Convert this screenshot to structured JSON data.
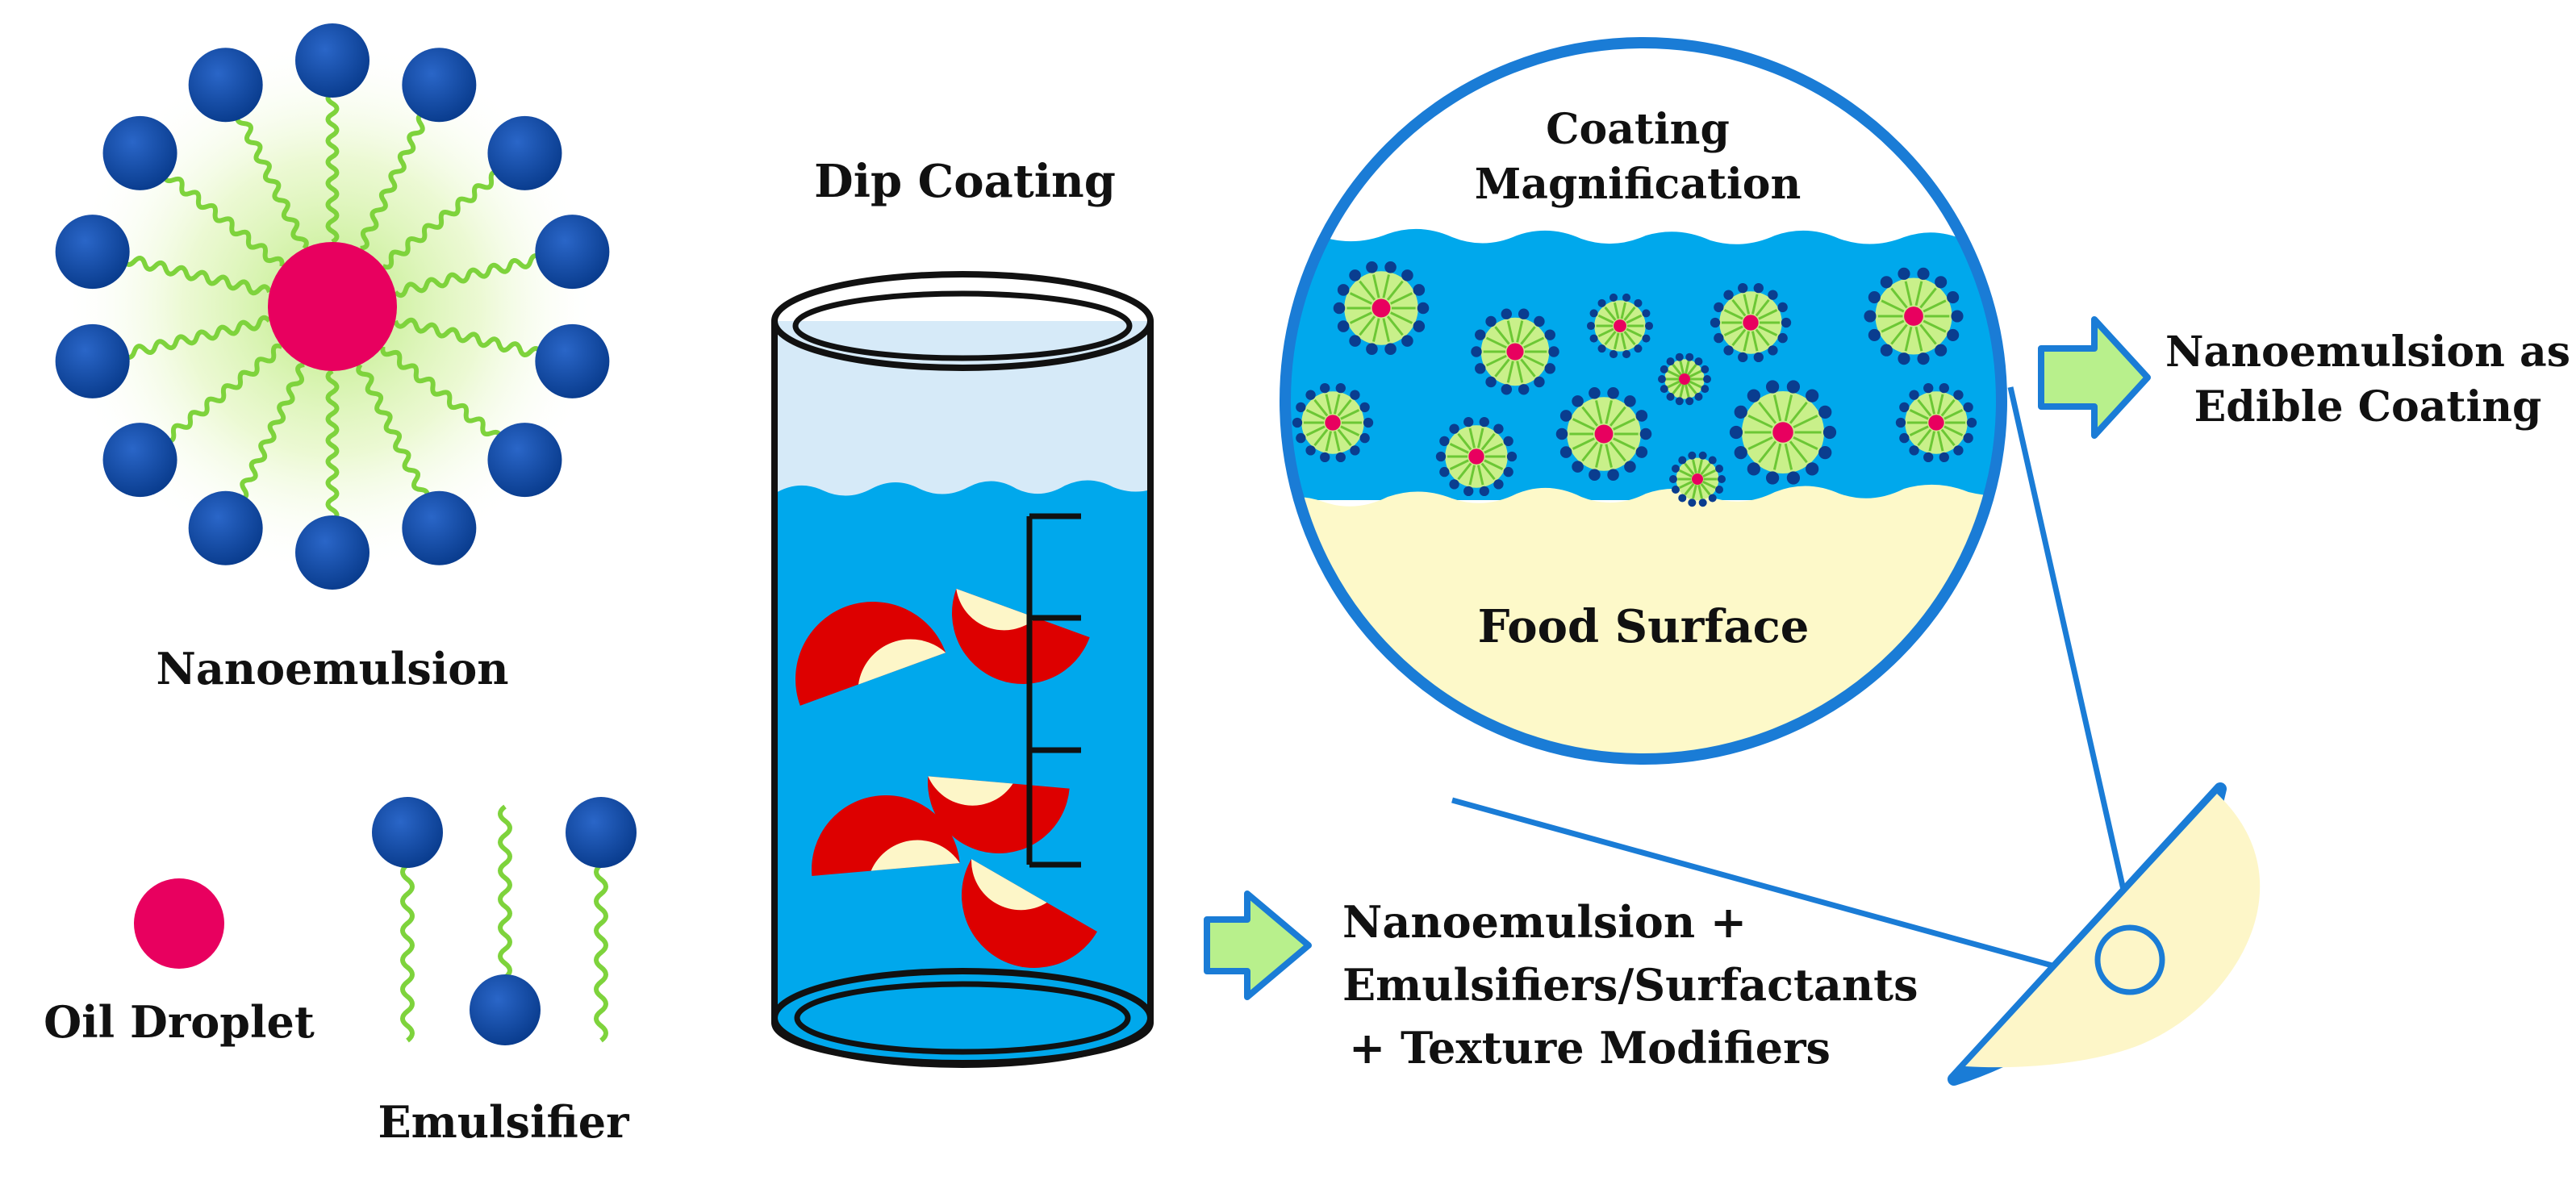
{
  "labels": {
    "nanoemulsion": "Nanoemulsion",
    "oil_droplet": "Oil Droplet",
    "emulsifier": "Emulsifier",
    "dip_coating": "Dip Coating",
    "coating_magnification_1": "Coating",
    "coating_magnification_2": "Magnification",
    "food_surface": "Food Surface",
    "edible_coating_1": "Nanoemulsion as",
    "edible_coating_2": "Edible Coating",
    "formulation_1": "Nanoemulsion  +",
    "formulation_2": "Emulsifiers/Surfactants",
    "formulation_3": "+  Texture Modifiers"
  },
  "colors": {
    "oil_droplet": "#e8005f",
    "emulsifier_head": "#0a3d8f",
    "emulsifier_tail": "#7ed33c",
    "coating_liquid": "#00a8ec",
    "liquid_top": "#d6eaf8",
    "food_surface": "#fdf9c9",
    "apple_skin": "#dd0000",
    "apple_flesh": "#fdf6c8",
    "frame_blue": "#1a7cd6",
    "arrow_fill": "#b8f08c"
  }
}
